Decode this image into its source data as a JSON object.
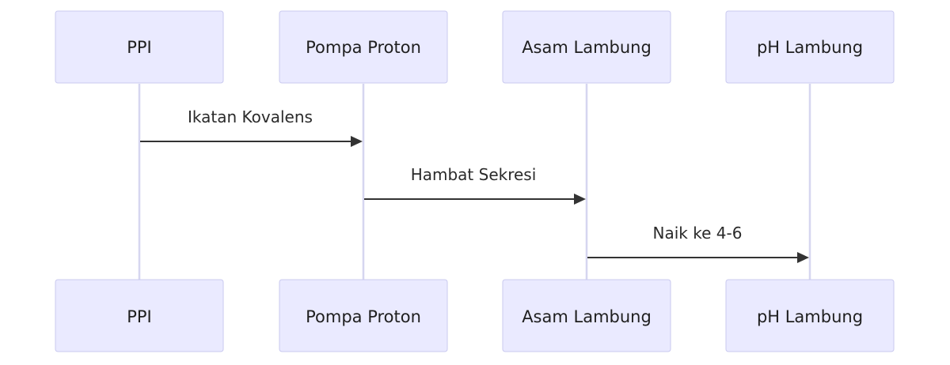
{
  "diagram": {
    "type": "sequence",
    "actors": [
      {
        "id": "ppi",
        "label": "PPI"
      },
      {
        "id": "pompa",
        "label": "Pompa Proton"
      },
      {
        "id": "asam",
        "label": "Asam Lambung"
      },
      {
        "id": "ph",
        "label": "pH Lambung"
      }
    ],
    "messages": [
      {
        "from": 0,
        "to": 1,
        "label": "Ikatan Kovalens"
      },
      {
        "from": 1,
        "to": 2,
        "label": "Hambat Sekresi"
      },
      {
        "from": 2,
        "to": 3,
        "label": "Naik ke 4-6"
      }
    ],
    "colors": {
      "actor_fill": "#eaeaff",
      "actor_border": "#c9c9ef",
      "lifeline": "#d6d6f0",
      "arrow": "#333333",
      "text": "#1f1f1f"
    }
  }
}
